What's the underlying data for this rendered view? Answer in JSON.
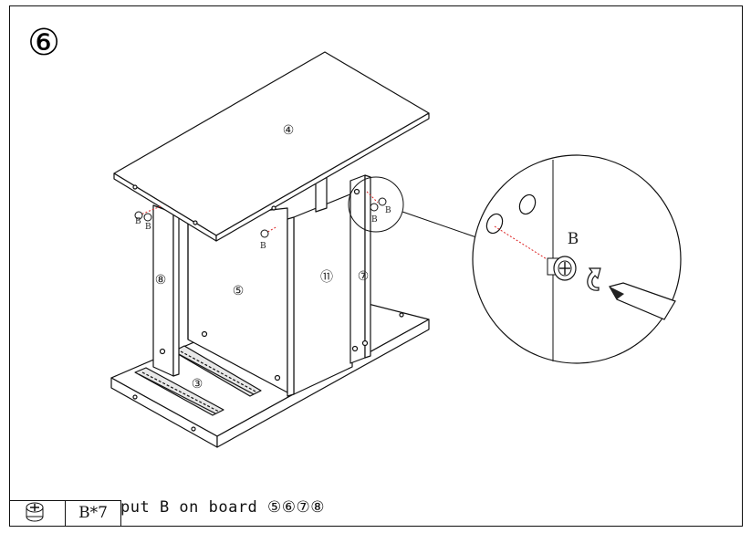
{
  "step": {
    "number": "⑥"
  },
  "parts": {
    "top_board": "④",
    "back_panel": "⑤",
    "bottom_board": "③",
    "left_side": "⑧",
    "right_side": "⑦",
    "door_panel": "⑪"
  },
  "fittings": {
    "cam_lock_label": "B"
  },
  "detail": {
    "label": "B"
  },
  "legend": {
    "part_icon": "cam-lock-icon",
    "quantity": "B*7",
    "instruction": "put B on board ⑤⑥⑦⑧"
  }
}
